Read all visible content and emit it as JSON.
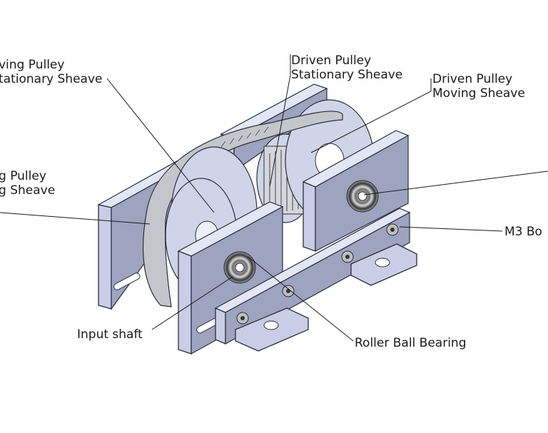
{
  "labels": {
    "drive_stationary": [
      "ving Pulley",
      "tationary Sheave"
    ],
    "driven_stationary": [
      "Driven Pulley",
      "Stationary Sheave"
    ],
    "driven_moving": [
      "Driven Pulley",
      "Moving Sheave"
    ],
    "drive_moving": [
      "g Pulley",
      "g Sheave"
    ],
    "m3_bolt": "M3 Bo",
    "input_shaft": "Input shaft",
    "roller_bearing": "Roller Ball Bearing"
  },
  "colors": {
    "plate": "#c9cee6",
    "belt": "#c4c6cc",
    "outline": "#2b2e3a"
  }
}
